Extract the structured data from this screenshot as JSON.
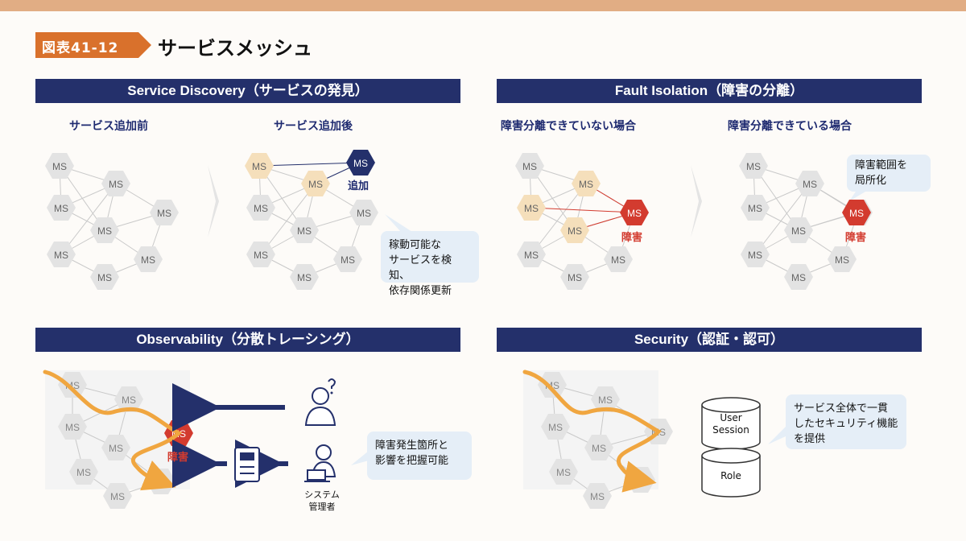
{
  "figure_label": "図表41-12",
  "title": "サービスメッシュ",
  "node_label": "MS",
  "sections": {
    "service_discovery": {
      "header": "Service Discovery（サービスの発見）",
      "before": "サービス追加前",
      "after": "サービス追加後",
      "added_label": "追加",
      "callout": [
        "稼動可能な",
        "サービスを検知、",
        "依存関係更新"
      ]
    },
    "fault_isolation": {
      "header": "Fault Isolation（障害の分離）",
      "not_isolated": "障害分離できていない場合",
      "isolated": "障害分離できている場合",
      "fault_label": "障害",
      "callout": [
        "障害範囲を",
        "局所化"
      ]
    },
    "observability": {
      "header": "Observability（分散トレーシング）",
      "fault_label": "障害",
      "admin_label": [
        "システム",
        "管理者"
      ],
      "callout": [
        "障害発生箇所と",
        "影響を把握可能"
      ]
    },
    "security": {
      "header": "Security（認証・認可）",
      "db1": [
        "User",
        "Session"
      ],
      "db2": "Role",
      "callout": [
        "サービス全体で一貫",
        "したセキュリティ機能",
        "を提供"
      ]
    }
  },
  "colors": {
    "navy": "#24306b",
    "node_grey": "#e3e3e3",
    "node_orange": "#f5dfbb",
    "fault_red": "#d33b2f",
    "trace_orange": "#f0a640"
  }
}
